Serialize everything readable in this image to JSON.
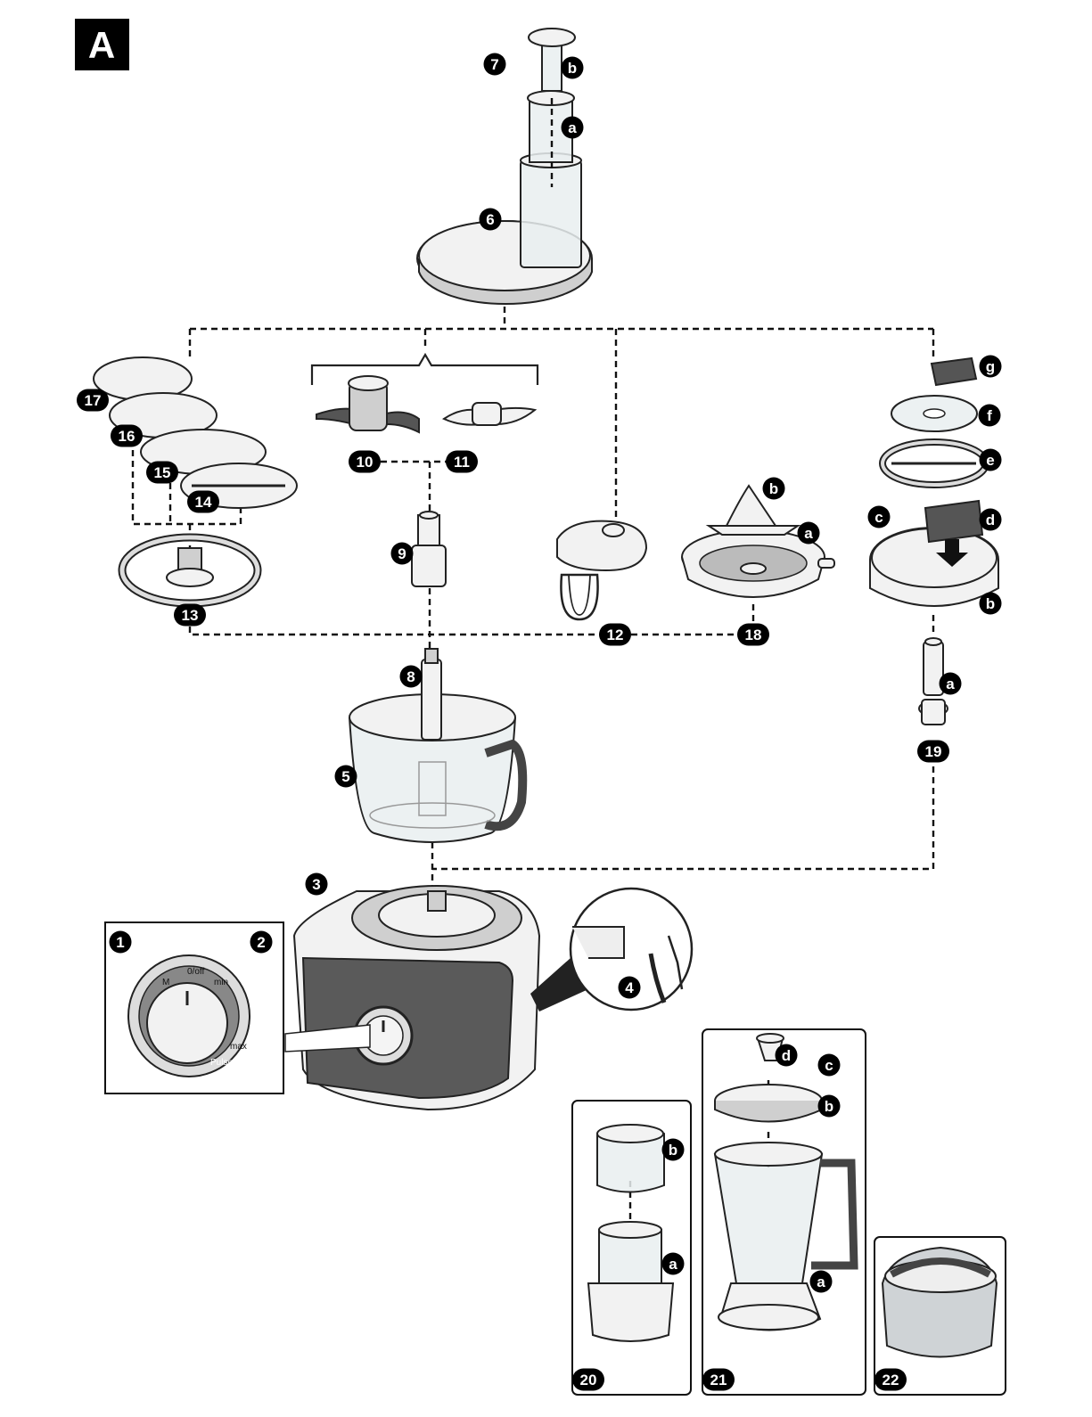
{
  "figure_letter": "A",
  "callouts": [
    {
      "id": "c7",
      "text": "7"
    },
    {
      "id": "c7b",
      "text": "b"
    },
    {
      "id": "c7a",
      "text": "a"
    },
    {
      "id": "c6",
      "text": "6"
    },
    {
      "id": "c17",
      "text": "17"
    },
    {
      "id": "c16",
      "text": "16"
    },
    {
      "id": "c15",
      "text": "15"
    },
    {
      "id": "c14",
      "text": "14"
    },
    {
      "id": "c13",
      "text": "13"
    },
    {
      "id": "c10",
      "text": "10"
    },
    {
      "id": "c11",
      "text": "11"
    },
    {
      "id": "c9",
      "text": "9"
    },
    {
      "id": "c12",
      "text": "12"
    },
    {
      "id": "c18",
      "text": "18"
    },
    {
      "id": "c18b",
      "text": "b"
    },
    {
      "id": "c18a",
      "text": "a"
    },
    {
      "id": "cg",
      "text": "g"
    },
    {
      "id": "cf",
      "text": "f"
    },
    {
      "id": "ce",
      "text": "e"
    },
    {
      "id": "cd",
      "text": "d"
    },
    {
      "id": "cc",
      "text": "c"
    },
    {
      "id": "cb",
      "text": "b"
    },
    {
      "id": "c19a",
      "text": "a"
    },
    {
      "id": "c19",
      "text": "19"
    },
    {
      "id": "c8",
      "text": "8"
    },
    {
      "id": "c5",
      "text": "5"
    },
    {
      "id": "c3",
      "text": "3"
    },
    {
      "id": "c4",
      "text": "4"
    },
    {
      "id": "c1",
      "text": "1"
    },
    {
      "id": "c2",
      "text": "2"
    },
    {
      "id": "c20b",
      "text": "b"
    },
    {
      "id": "c20a",
      "text": "a"
    },
    {
      "id": "c20",
      "text": "20"
    },
    {
      "id": "c21d",
      "text": "d"
    },
    {
      "id": "c21c",
      "text": "c"
    },
    {
      "id": "c21b",
      "text": "b"
    },
    {
      "id": "c21a",
      "text": "a"
    },
    {
      "id": "c21",
      "text": "21"
    },
    {
      "id": "c22",
      "text": "22"
    }
  ],
  "dial_labels": {
    "m": "M",
    "off": "0/off",
    "min": "min",
    "max": "max",
    "pulse": "Pulse"
  }
}
